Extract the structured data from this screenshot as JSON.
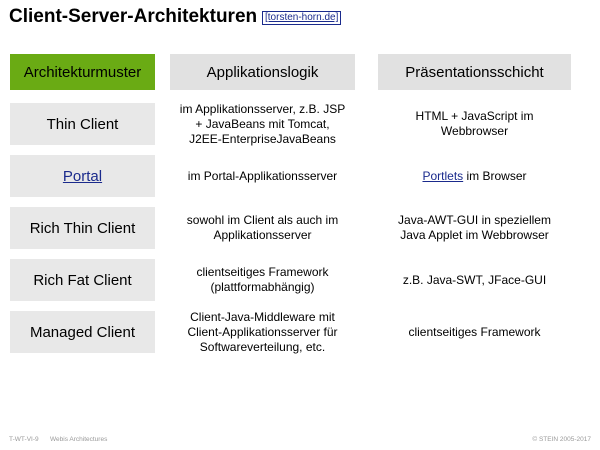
{
  "title": "Client-Server-Architekturen",
  "title_link": "[torsten-horn.de]",
  "headers": [
    "Architekturmuster",
    "Applikationslogik",
    "Präsentationsschicht"
  ],
  "rows": [
    {
      "name": "Thin Client",
      "logic": [
        "im Applikationsserver, z.B. JSP",
        "+ JavaBeans mit Tomcat,",
        "J2EE-EnterpriseJavaBeans"
      ],
      "presentation": [
        "HTML + JavaScript im",
        "Webbrowser"
      ]
    },
    {
      "name": "Portal",
      "logic": [
        "im Portal-Applikationsserver"
      ],
      "presentation_link": "Portlets",
      "presentation_rest": " im Browser"
    },
    {
      "name": "Rich Thin Client",
      "logic": [
        "sowohl im Client als auch im",
        "Applikationsserver"
      ],
      "presentation": [
        "Java-AWT-GUI in speziellem",
        "Java Applet im Webbrowser"
      ]
    },
    {
      "name": "Rich Fat Client",
      "logic": [
        "clientseitiges Framework",
        "(plattformabhängig)"
      ],
      "presentation": [
        "z.B. Java-SWT, JFace-GUI"
      ]
    },
    {
      "name": "Managed Client",
      "logic": [
        "Client-Java-Middleware mit",
        "Client-Applikationsserver für",
        "Softwareverteilung, etc."
      ],
      "presentation": [
        "clientseitiges Framework"
      ]
    }
  ],
  "footer": {
    "left1": "T-WT-VI-9",
    "left2": "Webis Architectures",
    "right": "© STEIN 2005-2017"
  },
  "colors": {
    "accent": "#6aab14",
    "header_bg": "#e1e1e1",
    "label_bg": "#e8e8e8",
    "link": "#1a2a8c"
  }
}
